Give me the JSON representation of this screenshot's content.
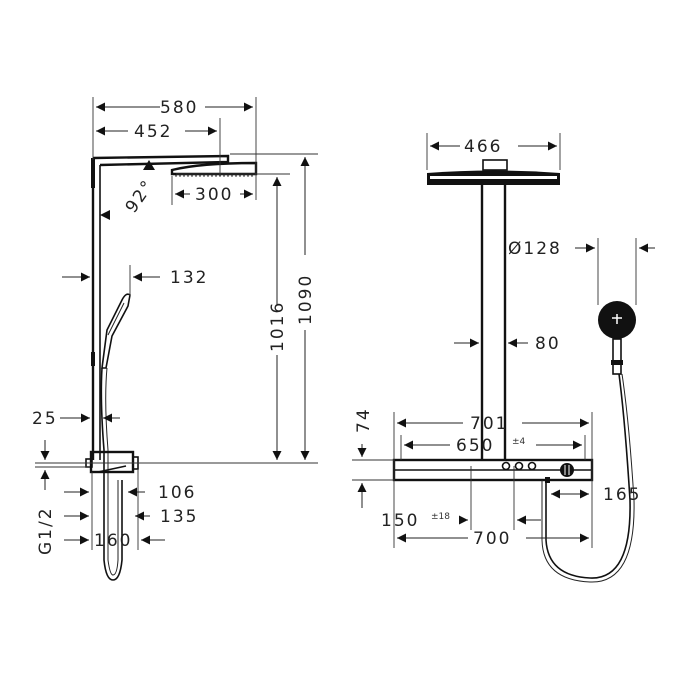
{
  "drawing": {
    "type": "technical-dimension-drawing",
    "unit_hint": "mm",
    "side_view": {
      "dimensions": {
        "total_width": "580",
        "arm_length": "452",
        "head_diameter": "300",
        "arm_angle": "92°",
        "hand_shower_offset": "132",
        "height_to_head": "1016",
        "total_height": "1090",
        "pipe_offset": "25",
        "connection": "G1/2",
        "depth_106": "106",
        "depth_135": "135",
        "depth_160": "160"
      }
    },
    "front_view": {
      "dimensions": {
        "head_width": "466",
        "hand_shower_diameter": "Ø128",
        "pipe_width": "80",
        "shelf_height": "74",
        "shelf_width": "701",
        "connection_spacing": "650",
        "connection_tolerance": "±4",
        "hose_offset": "165",
        "center_offset": "150",
        "center_tolerance": "±18",
        "wall_width": "700"
      }
    }
  }
}
